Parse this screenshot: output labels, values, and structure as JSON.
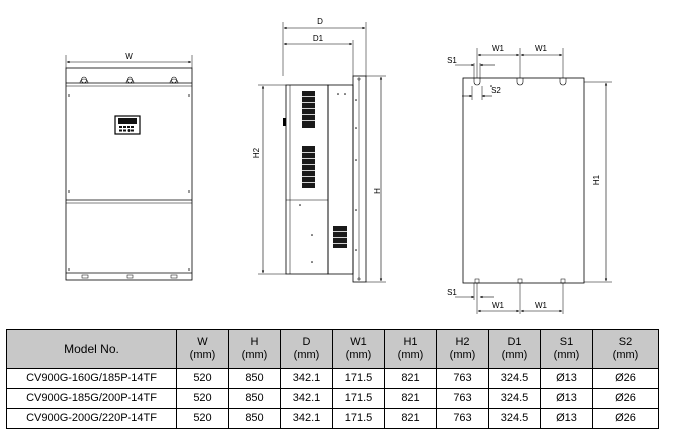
{
  "views": {
    "front": {
      "width_label": "W"
    },
    "side": {
      "d_label": "D",
      "d1_label": "D1",
      "h2_label": "H2",
      "h_label": "H"
    },
    "back": {
      "s1_top_label": "S1",
      "s2_label": "S2",
      "w1_top_left": "W1",
      "w1_top_right": "W1",
      "h1_label": "H1",
      "s1_bottom_label": "S1",
      "w1_bottom_left": "W1",
      "w1_bottom_right": "W1"
    }
  },
  "table": {
    "headers": [
      {
        "name": "Model No.",
        "unit": ""
      },
      {
        "name": "W",
        "unit": "(mm)"
      },
      {
        "name": "H",
        "unit": "(mm)"
      },
      {
        "name": "D",
        "unit": "(mm)"
      },
      {
        "name": "W1",
        "unit": "(mm)"
      },
      {
        "name": "H1",
        "unit": "(mm)"
      },
      {
        "name": "H2",
        "unit": "(mm)"
      },
      {
        "name": "D1",
        "unit": "(mm)"
      },
      {
        "name": "S1",
        "unit": "(mm)"
      },
      {
        "name": "S2",
        "unit": "(mm)"
      }
    ],
    "rows": [
      [
        "CV900G-160G/185P-14TF",
        "520",
        "850",
        "342.1",
        "171.5",
        "821",
        "763",
        "324.5",
        "Ø13",
        "Ø26"
      ],
      [
        "CV900G-185G/200P-14TF",
        "520",
        "850",
        "342.1",
        "171.5",
        "821",
        "763",
        "324.5",
        "Ø13",
        "Ø26"
      ],
      [
        "CV900G-200G/220P-14TF",
        "520",
        "850",
        "342.1",
        "171.5",
        "821",
        "763",
        "324.5",
        "Ø13",
        "Ø26"
      ]
    ]
  },
  "colors": {
    "header_bg": "#c8c8c8",
    "line": "#000000",
    "vent": "#1a1a1a"
  }
}
